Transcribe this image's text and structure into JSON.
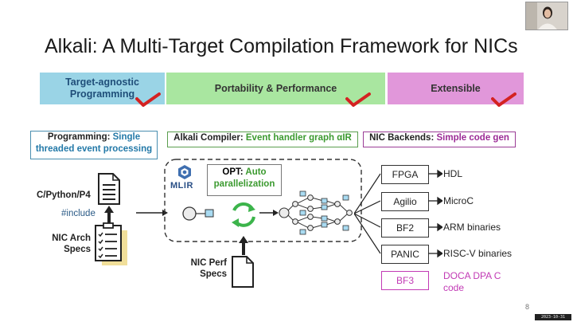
{
  "title": "Alkali: A Multi-Target Compilation Framework for NICs",
  "banners": {
    "target_agnostic": "Target-agnostic Programming",
    "portability": "Portability & Performance",
    "extensible": "Extensible"
  },
  "labels": {
    "programming_key": "Programming: ",
    "programming_val": "Single threaded event processing",
    "compiler_key": "Alkali Compiler: ",
    "compiler_val": "Event handler graph αIR",
    "backends_key": "NIC Backends: ",
    "backends_val": "Simple code gen"
  },
  "inputs": {
    "lang": "C/Python/P4",
    "include": "#include",
    "arch_specs": "NIC Arch Specs",
    "perf_specs": "NIC Perf Specs"
  },
  "compiler": {
    "mlir": "MLIR",
    "opt_key": "OPT: ",
    "opt_val": "Auto parallelization"
  },
  "backends": [
    {
      "name": "FPGA",
      "output": "HDL"
    },
    {
      "name": "Agilio",
      "output": "MicroC"
    },
    {
      "name": "BF2",
      "output": "ARM binaries"
    },
    {
      "name": "PANIC",
      "output": "RISC-V binaries"
    },
    {
      "name": "BF3",
      "output": "DOCA DPA C code"
    }
  ],
  "colors": {
    "banner_blue": "#9ad4e6",
    "banner_green": "#a9e6a0",
    "banner_pink": "#e197da",
    "check_red": "#d42222",
    "accent_blue": "#2379a8",
    "accent_green": "#3b9a2f",
    "accent_purple": "#9b2a96"
  },
  "page_number": "8",
  "timestamp": "2023-10-31 09:10:04"
}
